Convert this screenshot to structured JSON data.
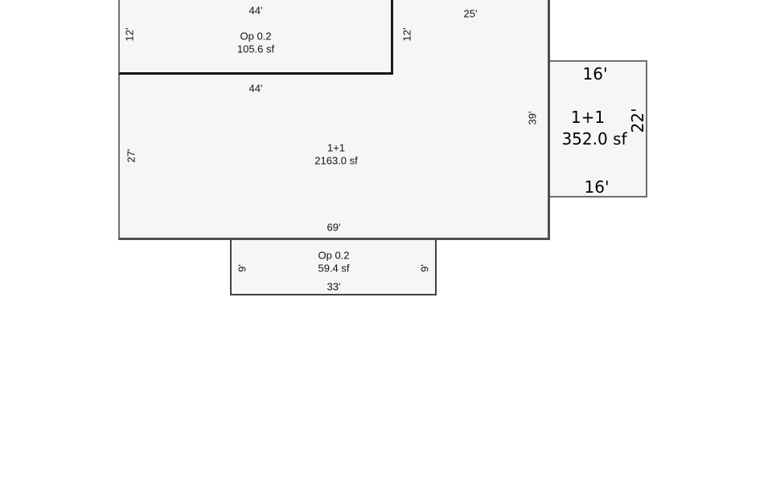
{
  "colors": {
    "page_background": "#ffffff",
    "shape_fill": "#f6f6f6",
    "outline_dark": "#1e1e1e",
    "outline_medium": "#4f4f4f",
    "outline_gray": "#6d6d6d"
  },
  "rooms": {
    "top_op": {
      "label": "Op 0.2",
      "area": "105.6 sf",
      "dim_top": "44'",
      "dim_left": "12'"
    },
    "main": {
      "label": "1+1",
      "area": "2163.0 sf",
      "dim_top": "44'",
      "dim_top_right": "25'",
      "dim_notch_right": "12'",
      "dim_left": "27'",
      "dim_right": "39'",
      "dim_bottom": "69'"
    },
    "right_addition": {
      "label": "1+1",
      "area": "352.0 sf",
      "dim_top": "16'",
      "dim_right": "22'",
      "dim_bottom": "16'"
    },
    "bottom_op": {
      "label": "Op 0.2",
      "area": "59.4 sf",
      "dim_left": "9'",
      "dim_right": "9'",
      "dim_bottom": "33'"
    }
  }
}
